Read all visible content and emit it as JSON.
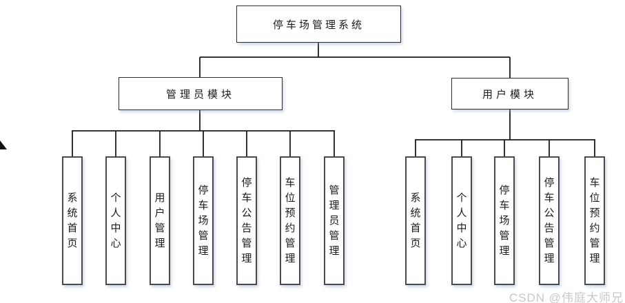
{
  "diagram": {
    "title": "停车场管理系统",
    "root": {
      "label": "停车场管理系统"
    },
    "modules": [
      {
        "label": "管理员模块",
        "children": [
          {
            "label": "系统首页"
          },
          {
            "label": "个人中心"
          },
          {
            "label": "用户管理"
          },
          {
            "label": "停车场管理"
          },
          {
            "label": "停车公告管理"
          },
          {
            "label": "车位预约管理"
          },
          {
            "label": "管理员管理"
          }
        ]
      },
      {
        "label": "用户模块",
        "children": [
          {
            "label": "系统首页"
          },
          {
            "label": "个人中心"
          },
          {
            "label": "停车场管理"
          },
          {
            "label": "停车公告管理"
          },
          {
            "label": "车位预约管理"
          }
        ]
      }
    ]
  },
  "watermark": {
    "text": "CSDN @伟庭大师兄"
  },
  "colors": {
    "line": "#1a1a1a",
    "box_border_dark": "#2b2b2b",
    "box_border_leaf": "#4a4a4a",
    "box_fill": "#ffffff",
    "text": "#1a1a1a",
    "watermark_text": "#c8c8c8",
    "shadow": "rgba(150,170,205,0.45)"
  }
}
